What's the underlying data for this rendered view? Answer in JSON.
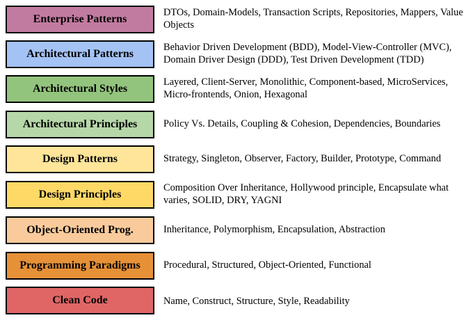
{
  "rows": [
    {
      "label": "Enterprise Patterns",
      "color": "#c27ba0",
      "description": "DTOs, Domain-Models, Transaction Scripts, Repositories, Mappers, Value Objects"
    },
    {
      "label": "Architectural Patterns",
      "color": "#a4c2f4",
      "description": "Behavior Driven Development (BDD), Model-View-Controller (MVC), Domain Driver Design (DDD), Test Driven Development (TDD)"
    },
    {
      "label": "Architectural Styles",
      "color": "#93c47d",
      "description": "Layered, Client-Server, Monolithic, Component-based, MicroServices, Micro-frontends, Onion, Hexagonal"
    },
    {
      "label": "Architectural Principles",
      "color": "#b6d7a8",
      "description": "Policy Vs. Details, Coupling & Cohesion, Dependencies, Boundaries"
    },
    {
      "label": "Design Patterns",
      "color": "#ffe599",
      "description": "Strategy, Singleton, Observer, Factory, Builder, Prototype, Command"
    },
    {
      "label": "Design Principles",
      "color": "#ffd966",
      "description": "Composition Over Inheritance, Hollywood principle, Encapsulate what varies, SOLID, DRY, YAGNI"
    },
    {
      "label": "Object-Oriented Prog.",
      "color": "#f9cb9c",
      "description": "Inheritance, Polymorphism, Encapsulation, Abstraction"
    },
    {
      "label": "Programming Paradigms",
      "color": "#e69138",
      "description": "Procedural, Structured, Object-Oriented, Functional"
    },
    {
      "label": "Clean Code",
      "color": "#e06666",
      "description": "Name, Construct, Structure, Style, Readability"
    }
  ]
}
